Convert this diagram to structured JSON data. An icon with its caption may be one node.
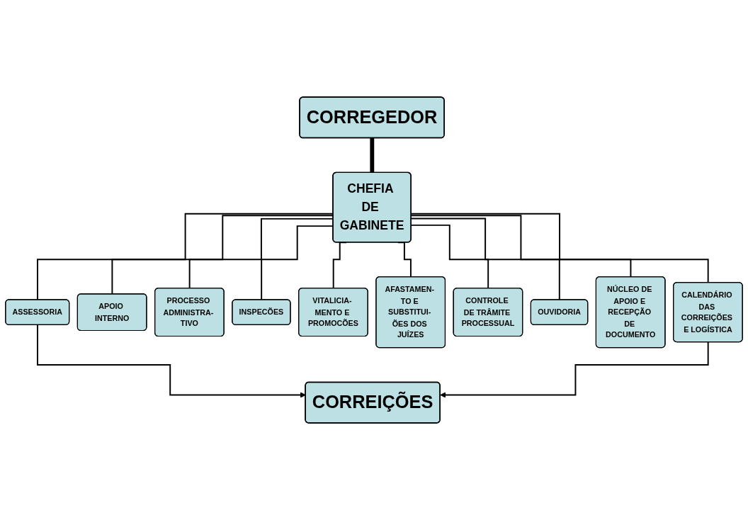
{
  "diagram": {
    "nodes": [
      {
        "text": [
          "CORREGEDOR"
        ]
      },
      {
        "text": [
          "CHEFIA DE GABINETE"
        ]
      },
      {
        "text": [
          "ASSESSORIA"
        ]
      },
      {
        "text": [
          "APOIO INTERNO"
        ]
      },
      {
        "text": [
          "PROCESSO ADMINISTRA- TIVO"
        ]
      },
      {
        "text": [
          "INSPECÕES"
        ]
      },
      {
        "text": [
          "VITALICIA- MENTO E PROMOCÕES"
        ]
      },
      {
        "text": [
          "AFASTAMEN- TO E SUBSTITUI- ÕES DOS JUÍZES"
        ]
      },
      {
        "text": [
          "CONTROLE DE TRÂMITE PROCESSUAL"
        ]
      },
      {
        "text": [
          "OUVIDORIA"
        ]
      },
      {
        "text": [
          "NÚCLEO DE APOIO E RECEPÇÃO DE DOCUMENTO"
        ]
      },
      {
        "text": [
          "CALENDÁRIO DAS CORREIÇÕES E LOGÍSTICA"
        ]
      },
      {
        "text": [
          "CORREIÇÕES"
        ]
      }
    ],
    "edges": [
      {
        "from": 0,
        "to": 1,
        "arrow": "none",
        "style": "thick"
      },
      {
        "from": 1,
        "to": 2,
        "arrow": "none"
      },
      {
        "from": 1,
        "to": 3,
        "arrow": "none"
      },
      {
        "from": 1,
        "to": 4,
        "arrow": "none"
      },
      {
        "from": 1,
        "to": 5,
        "arrow": "none"
      },
      {
        "from": 1,
        "to": 6,
        "arrow": "none"
      },
      {
        "from": 1,
        "to": 7,
        "arrow": "none"
      },
      {
        "from": 1,
        "to": 8,
        "arrow": "none"
      },
      {
        "from": 1,
        "to": 9,
        "arrow": "none"
      },
      {
        "from": 1,
        "to": 10,
        "arrow": "none"
      },
      {
        "from": 1,
        "to": 11,
        "arrow": "none"
      },
      {
        "from": 2,
        "to": 12,
        "arrow": "to"
      },
      {
        "from": 11,
        "to": 12,
        "arrow": "to"
      }
    ]
  }
}
